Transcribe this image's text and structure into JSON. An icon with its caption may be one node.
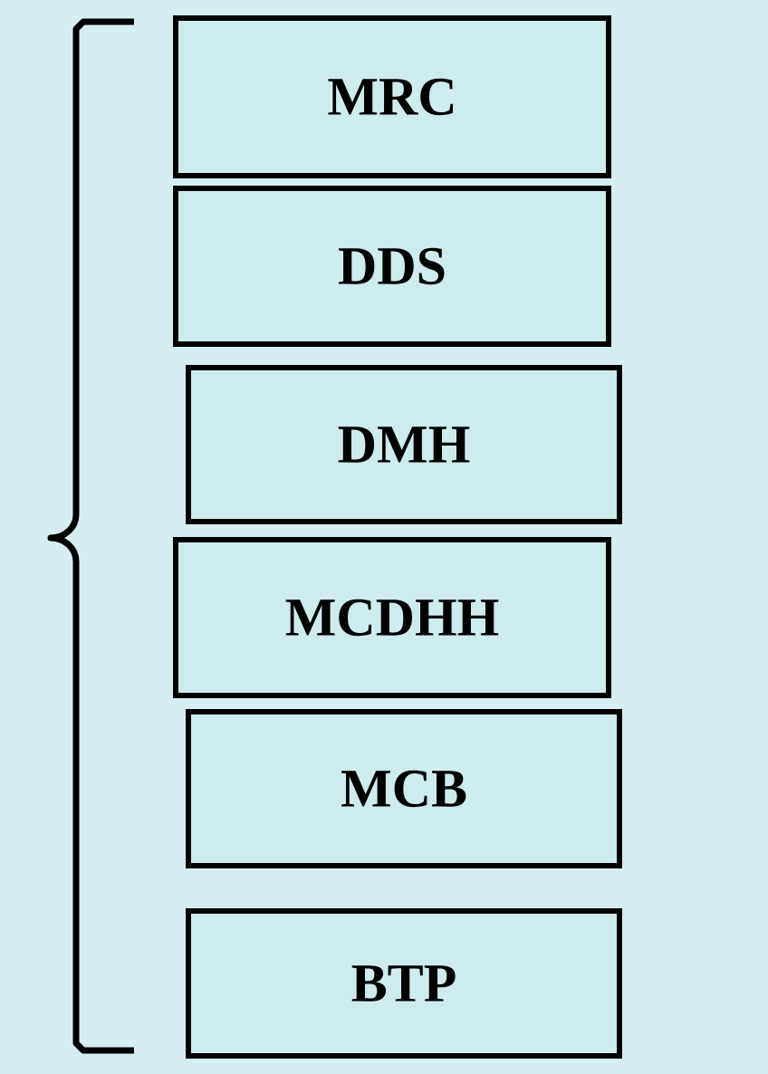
{
  "diagram": {
    "nodes": [
      {
        "text": [
          "MRC"
        ]
      },
      {
        "text": [
          "DDS"
        ]
      },
      {
        "text": [
          "DMH"
        ]
      },
      {
        "text": [
          "MCDHH"
        ]
      },
      {
        "text": [
          "MCB"
        ]
      },
      {
        "text": [
          "BTP"
        ]
      }
    ]
  }
}
